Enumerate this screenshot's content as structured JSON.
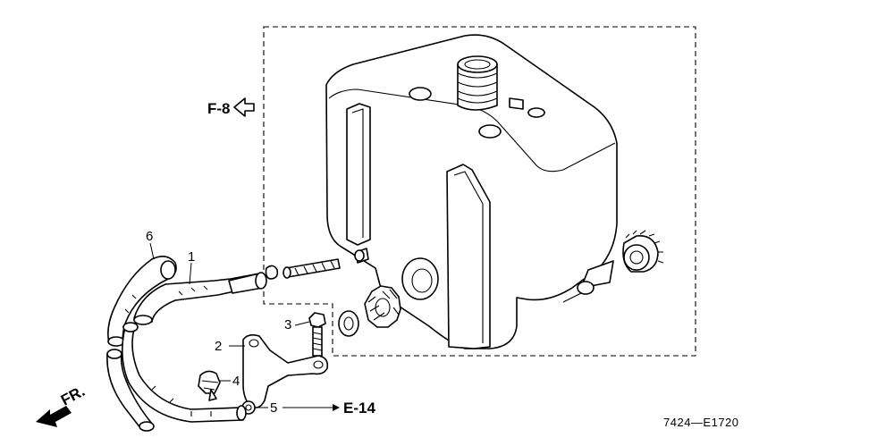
{
  "diagram": {
    "callouts": [
      {
        "id": "1",
        "text": "1"
      },
      {
        "id": "2",
        "text": "2"
      },
      {
        "id": "3",
        "text": "3"
      },
      {
        "id": "4",
        "text": "4"
      },
      {
        "id": "5",
        "text": "5"
      },
      {
        "id": "6",
        "text": "6"
      }
    ],
    "refs": {
      "f8": "F-8",
      "e14": "E-14",
      "front": "FR."
    },
    "drawing_code": "7424—E1720"
  }
}
